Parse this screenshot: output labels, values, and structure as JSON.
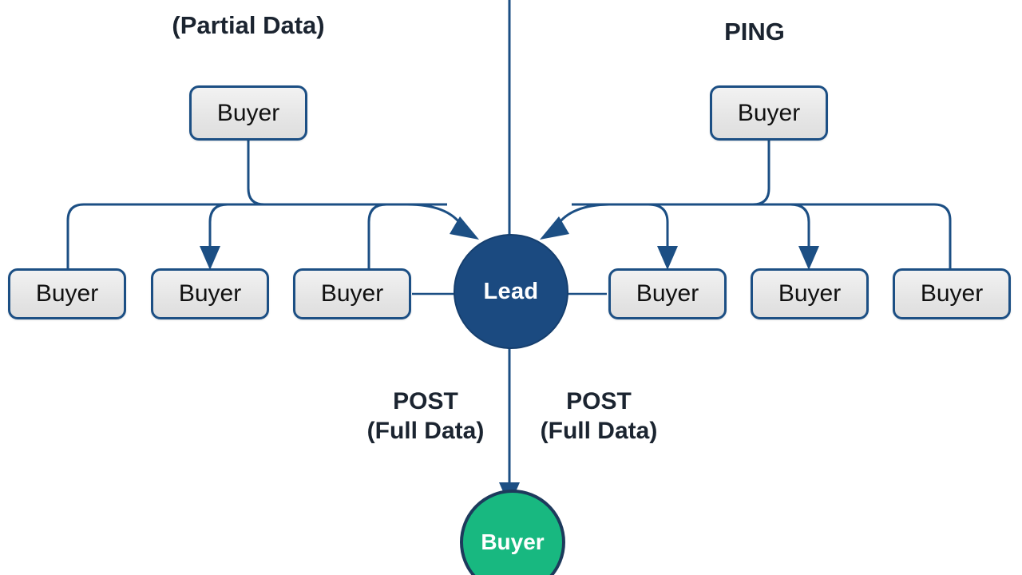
{
  "diagram": {
    "title": "Lead distribution ping-post flow",
    "background_color": "#ffffff",
    "colors": {
      "connector": "#1c4f84",
      "lead_node": "#1b4a80",
      "buyer_node_green": "#18b880",
      "buyer_box_fill": "#e8e8e8",
      "buyer_box_border": "#1c4f84",
      "text": "#1b2430"
    },
    "captions": {
      "partial_data": "(Partial Data)",
      "ping": "PING",
      "post_left_line1": "POST",
      "post_left_line2": "(Full Data)",
      "post_right_line1": "POST",
      "post_right_line2": "(Full Data)"
    },
    "center_node": {
      "label": "Lead",
      "shape": "circle",
      "color": "#1b4a80"
    },
    "winner_node": {
      "label": "Buyer",
      "shape": "circle",
      "color": "#18b880"
    },
    "top_buyers": [
      {
        "label": "Buyer",
        "side": "left"
      },
      {
        "label": "Buyer",
        "side": "right"
      }
    ],
    "row_buyers_left": [
      {
        "label": "Buyer"
      },
      {
        "label": "Buyer"
      },
      {
        "label": "Buyer"
      }
    ],
    "row_buyers_right": [
      {
        "label": "Buyer"
      },
      {
        "label": "Buyer"
      },
      {
        "label": "Buyer"
      }
    ]
  }
}
